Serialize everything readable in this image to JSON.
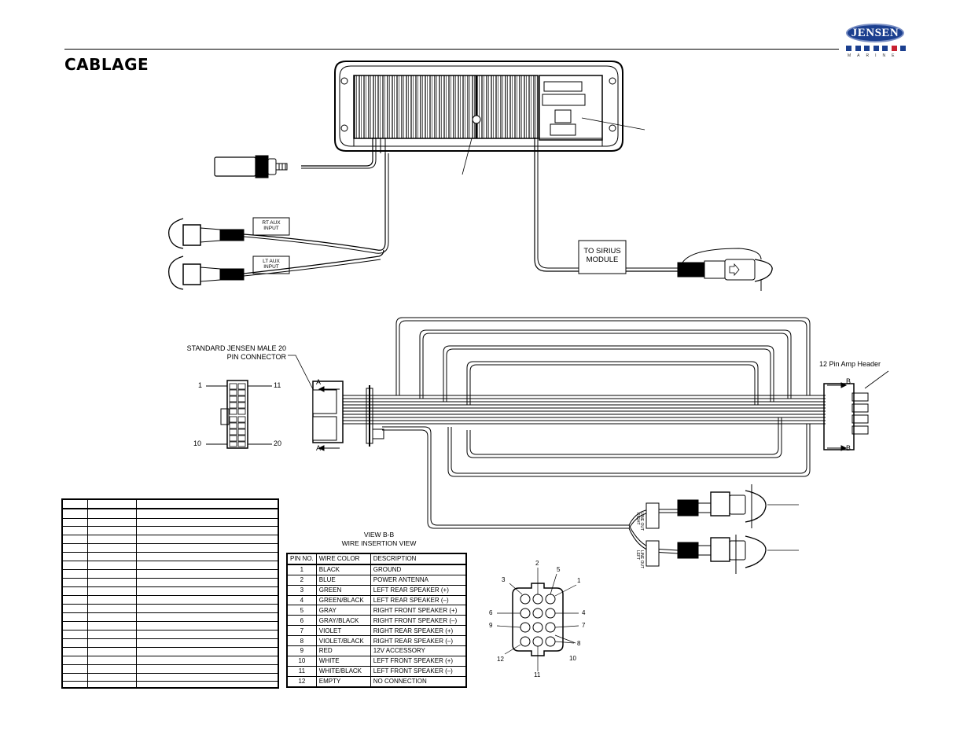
{
  "header": {
    "title": "CABLAGE",
    "logo_text": "JENSEN",
    "logo_sub": "MARINE",
    "brand_color": "#1b3f8f",
    "accent_color": "#c8202f"
  },
  "diagram": {
    "rt_aux_input": "RT AUX INPUT",
    "lt_aux_input": "LT AUX INPUT",
    "to_sirius_module": "TO SIRIUS MODULE",
    "standard_connector": "STANDARD JENSEN MALE 20 PIN CONNECTOR",
    "amp_header": "12 Pin Amp Header",
    "pin_1": "1",
    "pin_11": "11",
    "pin_10": "10",
    "pin_20": "20",
    "section_a": "A",
    "section_b": "B",
    "line_out_right": "LINE OUT RIGHT",
    "line_out_left": "LINE OUT LEFT",
    "view_title": "VIEW B-B",
    "view_subtitle": "WIRE INSERTION VIEW",
    "plug_pins": [
      "1",
      "2",
      "3",
      "4",
      "5",
      "6",
      "7",
      "8",
      "9",
      "10",
      "11",
      "12"
    ]
  },
  "wire_table": {
    "headers": [
      "PIN NO.",
      "WIRE COLOR",
      "DESCRIPTION"
    ],
    "rows": [
      {
        "pin": "1",
        "color": "BLACK",
        "desc": "GROUND"
      },
      {
        "pin": "2",
        "color": "BLUE",
        "desc": "POWER ANTENNA"
      },
      {
        "pin": "3",
        "color": "GREEN",
        "desc": "LEFT REAR SPEAKER (+)"
      },
      {
        "pin": "4",
        "color": "GREEN/BLACK",
        "desc": "LEFT REAR SPEAKER (–)"
      },
      {
        "pin": "5",
        "color": "GRAY",
        "desc": "RIGHT FRONT SPEAKER (+)"
      },
      {
        "pin": "6",
        "color": "GRAY/BLACK",
        "desc": "RIGHT FRONT SPEAKER (–)"
      },
      {
        "pin": "7",
        "color": "VIOLET",
        "desc": "RIGHT REAR SPEAKER (+)"
      },
      {
        "pin": "8",
        "color": "VIOLET/BLACK",
        "desc": "RIGHT REAR SPEAKER (–)"
      },
      {
        "pin": "9",
        "color": "RED",
        "desc": "12V ACCESSORY"
      },
      {
        "pin": "10",
        "color": "WHITE",
        "desc": "LEFT FRONT SPEAKER (+)"
      },
      {
        "pin": "11",
        "color": "WHITE/BLACK",
        "desc": "LEFT FRONT SPEAKER (–)"
      },
      {
        "pin": "12",
        "color": "EMPTY",
        "desc": "NO CONNECTION"
      }
    ]
  }
}
